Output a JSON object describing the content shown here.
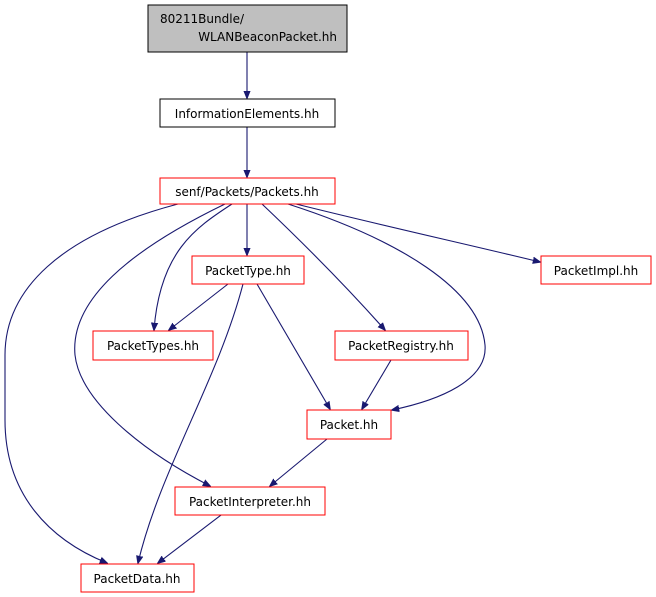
{
  "colors": {
    "root_fill": "#bfbfbf",
    "root_border": "#000000",
    "plain_border": "#000000",
    "link_border": "#ff0000",
    "edge": "#191970"
  },
  "nodes": {
    "root": {
      "lines": [
        "80211Bundle/",
        "WLANBeaconPacket.hh"
      ],
      "style": "root"
    },
    "info": {
      "lines": [
        "InformationElements.hh"
      ],
      "style": "plain"
    },
    "packets": {
      "lines": [
        "senf/Packets/Packets.hh"
      ],
      "style": "link"
    },
    "packettype": {
      "lines": [
        "PacketType.hh"
      ],
      "style": "link"
    },
    "packetimpl": {
      "lines": [
        "PacketImpl.hh"
      ],
      "style": "link"
    },
    "packettypes": {
      "lines": [
        "PacketTypes.hh"
      ],
      "style": "link"
    },
    "packetregistry": {
      "lines": [
        "PacketRegistry.hh"
      ],
      "style": "link"
    },
    "packet": {
      "lines": [
        "Packet.hh"
      ],
      "style": "link"
    },
    "packetinterpreter": {
      "lines": [
        "PacketInterpreter.hh"
      ],
      "style": "link"
    },
    "packetdata": {
      "lines": [
        "PacketData.hh"
      ],
      "style": "link"
    }
  }
}
